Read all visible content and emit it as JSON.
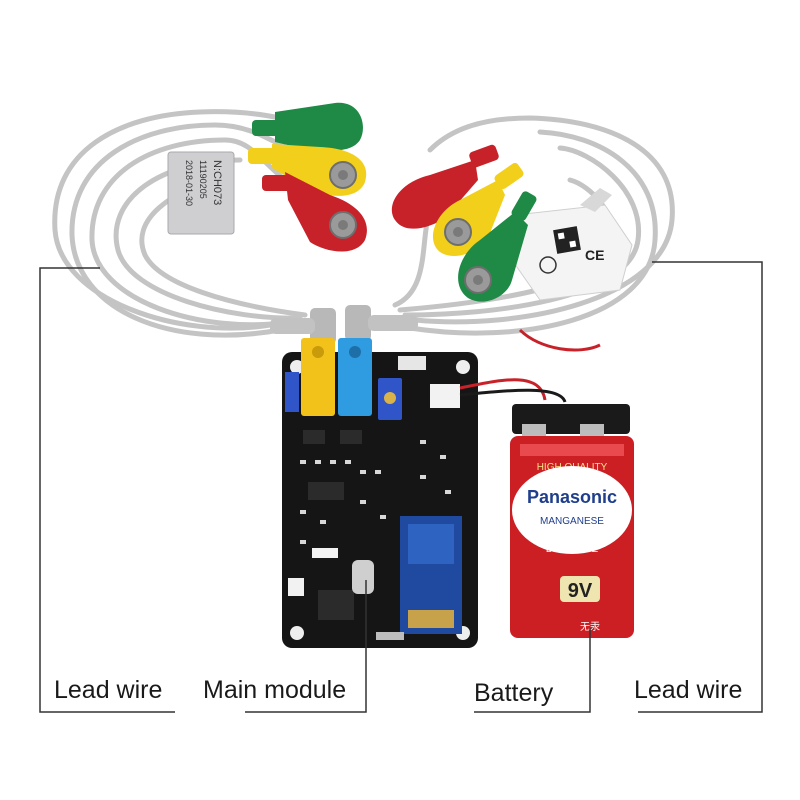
{
  "captions": {
    "lead_wire_left": "Lead wire",
    "main_module": "Main module",
    "battery": "Battery",
    "lead_wire_right": "Lead wire"
  },
  "cable_tag": {
    "line1": "N:CH073",
    "line2": "11190205",
    "line3": "2018-01-30"
  },
  "battery_label": {
    "top": "HIGH QUALITY",
    "brand": "Panasonic",
    "type": "MANGANESE",
    "life": "LONG LIFE",
    "voltage": "9V",
    "cn": "无汞"
  },
  "ce_mark": "CE",
  "colors": {
    "wire": "#c9c9c9",
    "snap_green": "#1e8a46",
    "snap_yellow": "#f2cf1b",
    "snap_red": "#c7222a",
    "board": "#151515",
    "battery_red": "#cc1f24",
    "connector_yellow": "#f2c21a",
    "connector_blue": "#2f9be0"
  }
}
